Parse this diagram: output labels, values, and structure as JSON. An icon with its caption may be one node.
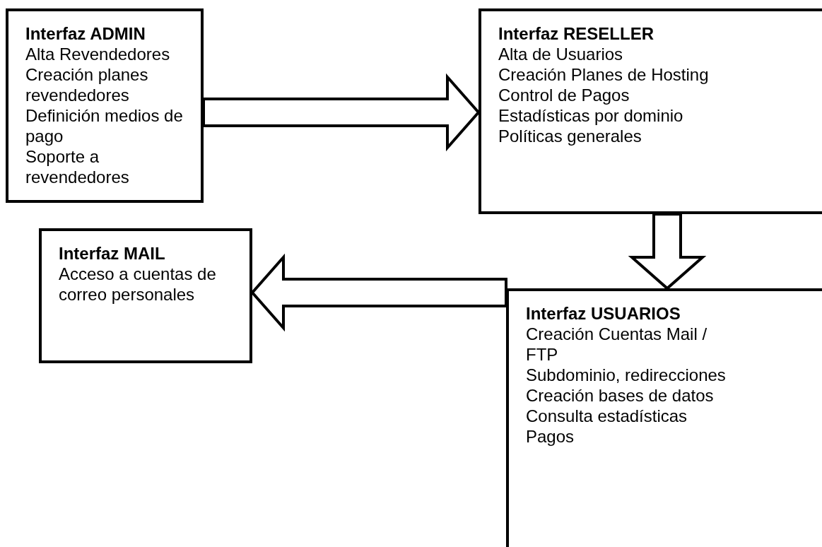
{
  "diagram": {
    "nodes": [
      {
        "text": [
          "Interfaz ADMIN",
          "Alta Revendedores",
          "Creación planes revendedores",
          "Definición medios de pago",
          "Soporte a revendedores"
        ]
      },
      {
        "text": [
          "Interfaz RESELLER",
          "Alta de Usuarios",
          "Creación Planes de Hosting",
          "Control de Pagos",
          "Estadísticas por dominio",
          "Políticas generales"
        ]
      },
      {
        "text": [
          "Interfaz MAIL",
          "Acceso a cuentas de correo personales"
        ]
      },
      {
        "text": [
          "Interfaz USUARIOS",
          "Creación Cuentas Mail / FTP",
          "Subdominio, redirecciones",
          "Creación bases de datos",
          "Consulta estadísticas",
          "Pagos"
        ]
      }
    ],
    "edges": [
      {
        "from": 0,
        "to": 1,
        "arrow": "to"
      },
      {
        "from": 1,
        "to": 3,
        "arrow": "to"
      },
      {
        "from": 3,
        "to": 2,
        "arrow": "to"
      }
    ]
  }
}
